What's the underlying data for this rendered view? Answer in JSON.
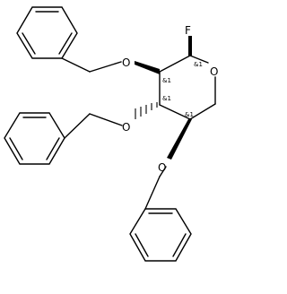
{
  "molecule": {
    "atoms": {
      "fluorine": "F",
      "ring_oxygen": "O",
      "oxygen_2": "O",
      "oxygen_3": "O",
      "oxygen_4": "O"
    },
    "stereo_labels": {
      "c1": "&1",
      "c2": "&1",
      "c3": "&1",
      "c4": "&1"
    }
  }
}
